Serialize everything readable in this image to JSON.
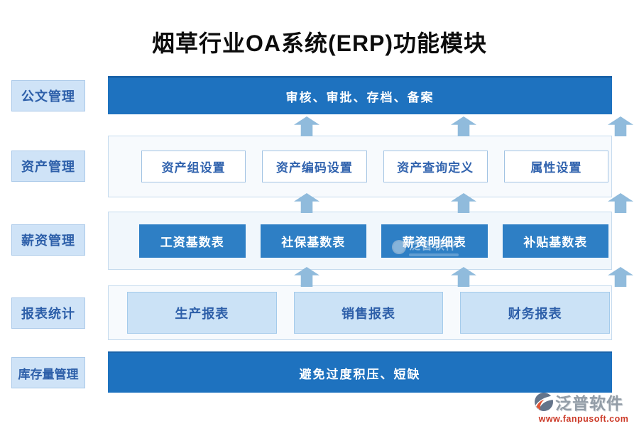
{
  "title": "烟草行业OA系统(ERP)功能模块",
  "colors": {
    "bar_blue": "#1e72bf",
    "box_blue": "#2e7fc5",
    "arrow_blue": "#90bbdc",
    "label_bg": "#cfe3f7",
    "label_border": "#aac9e9",
    "label_text": "#2d5fa9",
    "container_border": "#c6dbee",
    "box_text": "#3163ae",
    "brand_red": "#cc3a28"
  },
  "sidebar": {
    "items": [
      {
        "label": "公文管理"
      },
      {
        "label": "资产管理"
      },
      {
        "label": "薪资管理"
      },
      {
        "label": "报表统计"
      },
      {
        "label": "库存量管理"
      }
    ]
  },
  "rows": {
    "top_bar": {
      "label": "审核、审批、存档、备案"
    },
    "asset": {
      "boxes": [
        "资产组设置",
        "资产编码设置",
        "资产查询定义",
        "属性设置"
      ]
    },
    "salary": {
      "boxes": [
        "工资基数表",
        "社保基数表",
        "薪资明细表",
        "补贴基数表"
      ]
    },
    "report": {
      "boxes": [
        "生产报表",
        "销售报表",
        "财务报表"
      ]
    },
    "bottom_bar": {
      "label": "避免过度积压、短缺"
    }
  },
  "watermark": {
    "text": "泛普软件"
  },
  "logo": {
    "name": "泛普软件",
    "url": "www.fanpusoft.com"
  }
}
